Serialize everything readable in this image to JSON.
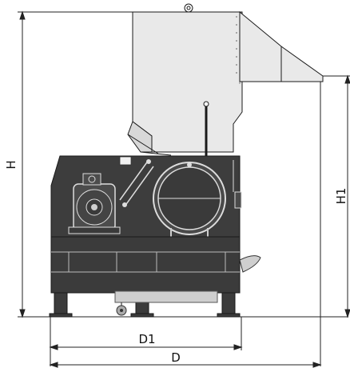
{
  "labels": {
    "height": "H",
    "hopper_height": "H1",
    "base_depth": "D1",
    "total_depth": "D"
  },
  "colors": {
    "machine_body": "#3d3d3d",
    "hopper": "#e8e8e8",
    "outline": "#1a1a1a",
    "dimension_line": "#222222",
    "background": "#ffffff"
  }
}
